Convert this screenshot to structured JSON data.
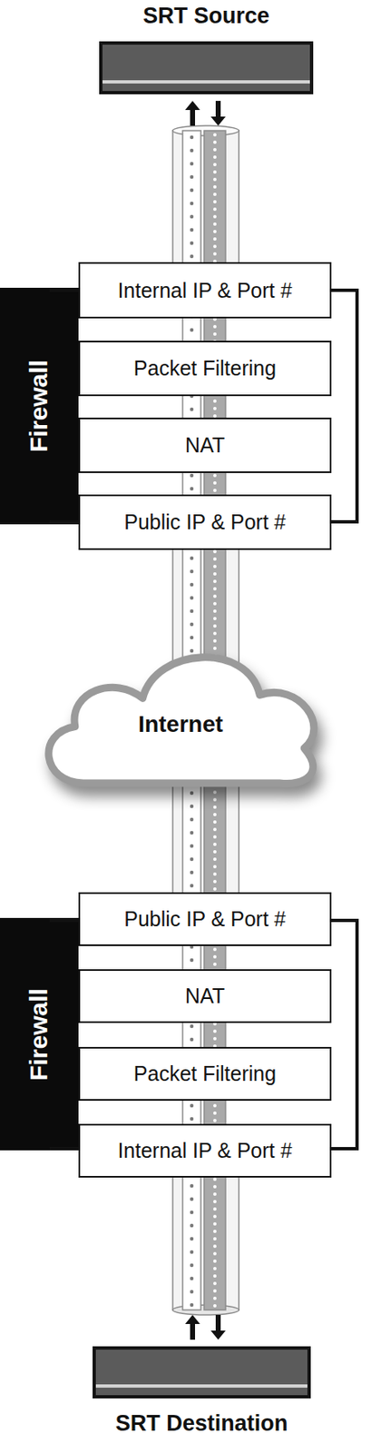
{
  "diagram": {
    "nodes": [
      {
        "text": [
          "SRT Source"
        ]
      },
      {
        "text": [
          "Firewall"
        ]
      },
      {
        "text": [
          "Internal IP & Port #"
        ],
        "in": 1
      },
      {
        "text": [
          "Packet Filtering"
        ],
        "in": 1
      },
      {
        "text": [
          "NAT"
        ],
        "in": 1
      },
      {
        "text": [
          "Public IP & Port #"
        ],
        "in": 1
      },
      {
        "text": [
          "Internet"
        ]
      },
      {
        "text": [
          "Firewall"
        ]
      },
      {
        "text": [
          "Public IP & Port #"
        ],
        "in": 7
      },
      {
        "text": [
          "NAT"
        ],
        "in": 7
      },
      {
        "text": [
          "Packet Filtering"
        ],
        "in": 7
      },
      {
        "text": [
          "Internal IP & Port #"
        ],
        "in": 7
      },
      {
        "text": [
          "SRT Destination"
        ]
      }
    ],
    "edges": [
      {
        "from": 0,
        "to": 1,
        "arrow": "both"
      },
      {
        "from": 1,
        "to": 6,
        "arrow": "none"
      },
      {
        "from": 6,
        "to": 7,
        "arrow": "none"
      },
      {
        "from": 7,
        "to": 12,
        "arrow": "both"
      }
    ]
  }
}
